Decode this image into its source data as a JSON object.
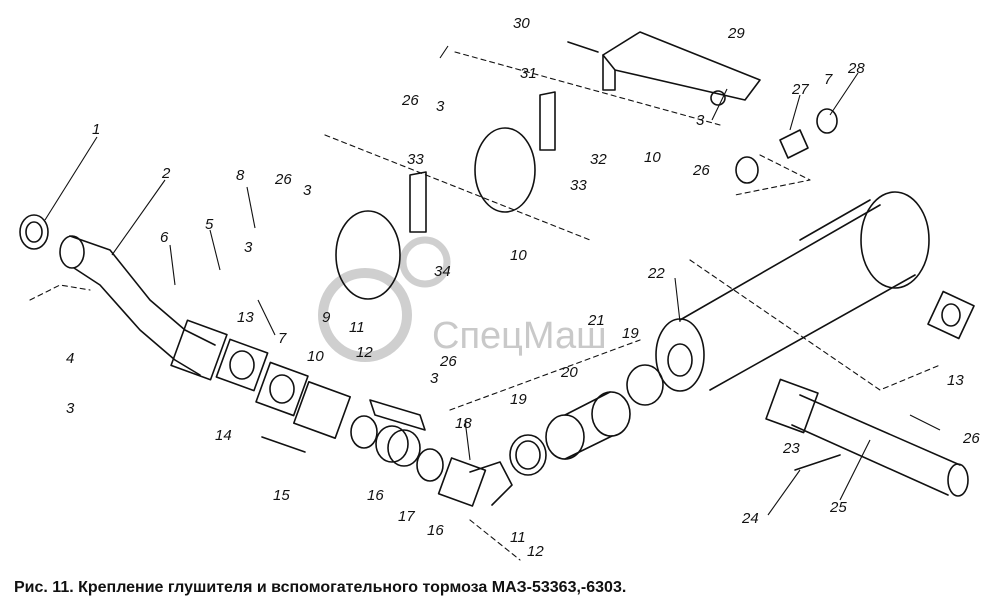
{
  "caption": "Рис. 11. Крепление глушителя и вспомогательного тормоза МАЗ-53363,-6303.",
  "watermark": "СпецМаш",
  "callouts": [
    "1",
    "2",
    "3",
    "4",
    "5",
    "6",
    "7",
    "8",
    "9",
    "10",
    "11",
    "12",
    "13",
    "14",
    "15",
    "16",
    "17",
    "18",
    "19",
    "20",
    "21",
    "22",
    "23",
    "24",
    "25",
    "26",
    "27",
    "28",
    "29",
    "30",
    "31",
    "32",
    "33",
    "34"
  ],
  "colors": {
    "ink": "#111111",
    "watermark": "#c9c9c9",
    "background": "#ffffff"
  }
}
